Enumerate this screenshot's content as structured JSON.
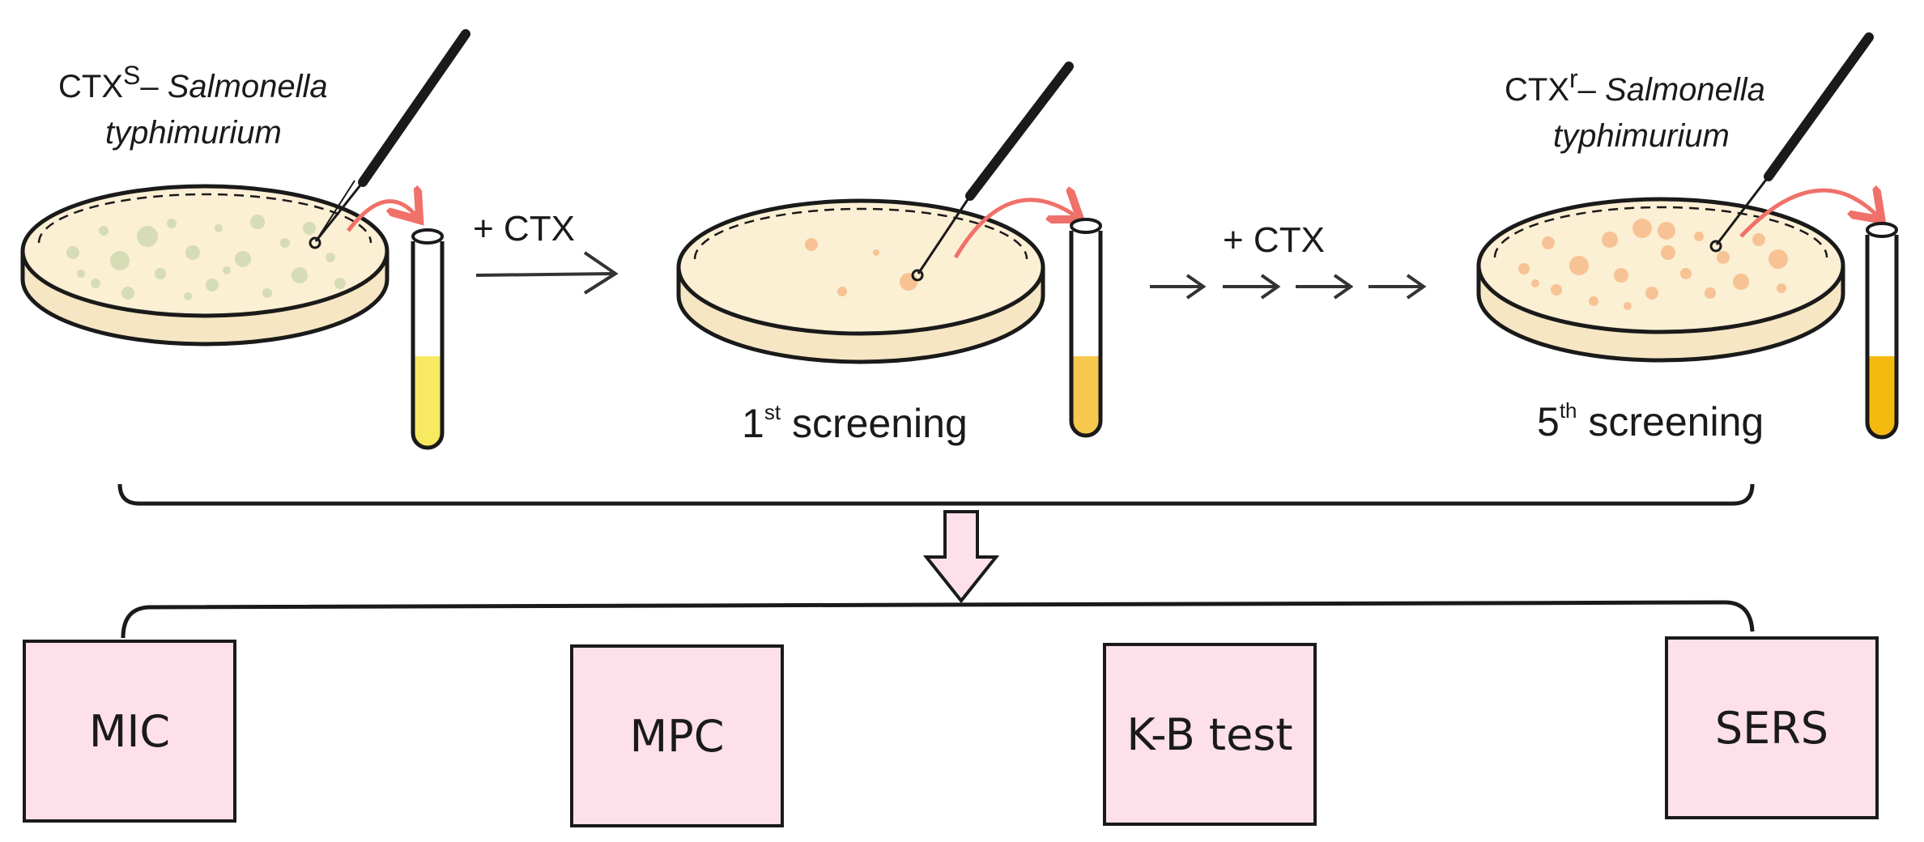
{
  "strains": {
    "sensitive": {
      "prefix": "CTX",
      "sup": "S",
      "dash": "–",
      "genus": "Salmonella",
      "species": "typhimurium"
    },
    "resistant": {
      "prefix": "CTX",
      "sup": "r",
      "dash": "–",
      "genus": "Salmonella",
      "species": "typhimurium"
    }
  },
  "steps": {
    "ctx1": "+ CTX",
    "ctx2": "+ CTX",
    "screen1_num": "1",
    "screen1_sup": "st",
    "screen1_word": "screening",
    "screen5_num": "5",
    "screen5_sup": "th",
    "screen5_word": "screening"
  },
  "tests": {
    "mic": "MIC",
    "mpc": "MPC",
    "kb": "K-B test",
    "sers": "SERS"
  },
  "colors": {
    "plate": "#fbefd4",
    "colony_sensitive": "#d6dcb6",
    "colony_resistant": "#f7c394",
    "arrow_red": "#f0706a",
    "tube1": "#f7ea62",
    "tube2": "#f7c84e",
    "tube3": "#f5ba10",
    "box_fill": "#fde0ea"
  }
}
